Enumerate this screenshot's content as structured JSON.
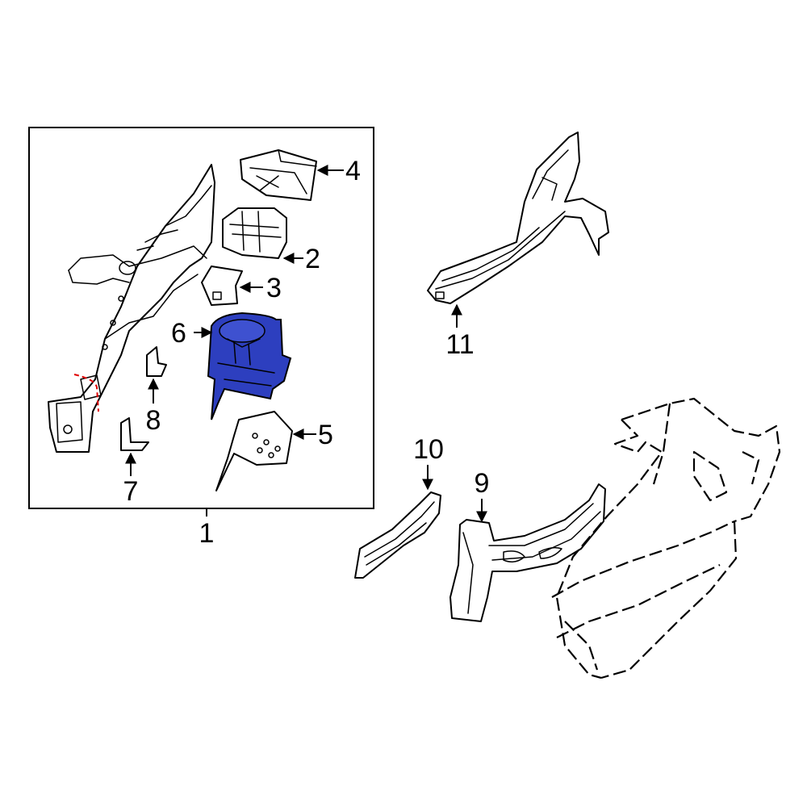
{
  "diagram": {
    "colors": {
      "highlight": "#2d3fbf",
      "line": "#000000",
      "background": "#ffffff",
      "cut_marker": "#e00000"
    },
    "group_label": "1",
    "callouts": {
      "p2": "2",
      "p3": "3",
      "p4": "4",
      "p5": "5",
      "p6": "6",
      "p7": "7",
      "p8": "8",
      "p9": "9",
      "p10": "10",
      "p11": "11"
    },
    "highlighted_part": "6"
  }
}
